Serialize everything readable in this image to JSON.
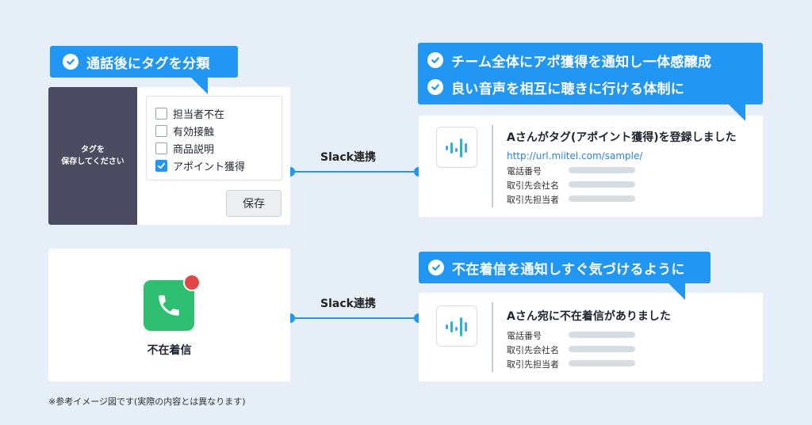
{
  "colors": {
    "accent_blue": "#2196f3",
    "dark_panel": "#4b4b62",
    "phone_green": "#2fbf72",
    "notification_red": "#e04848",
    "link_blue": "#2a85d8",
    "background": "#e6eef8"
  },
  "callouts": {
    "tag_classify": "通話後にタグを分類",
    "notify_team": "チーム全体にアポ獲得を通知し一体感醸成",
    "listen_voice": "良い音声を相互に聴きに行ける体制に",
    "missed_notify": "不在着信を通知しすぐ気づけるように"
  },
  "tag_panel": {
    "side_line1": "タグを",
    "side_line2": "保存してください",
    "options": [
      {
        "label": "担当者不在",
        "checked": false
      },
      {
        "label": "有効接触",
        "checked": false
      },
      {
        "label": "商品説明",
        "checked": false
      },
      {
        "label": "アポイント獲得",
        "checked": true
      }
    ],
    "save_label": "保存"
  },
  "connector": {
    "label_top": "Slack連携",
    "label_bottom": "Slack連携"
  },
  "slack_message_1": {
    "title": "Aさんがタグ(アポイント獲得)を登録しました",
    "url": "http://url.miitel.com/sample/",
    "fields": [
      "電話番号",
      "取引先会社名",
      "取引先担当者"
    ]
  },
  "missed_call": {
    "label": "不在着信",
    "icon": "phone-icon"
  },
  "slack_message_2": {
    "title": "Aさん宛に不在着信がありました",
    "fields": [
      "電話番号",
      "取引先会社名",
      "取引先担当者"
    ]
  },
  "footnote": "※参考イメージ図です(実際の内容とは異なります)"
}
